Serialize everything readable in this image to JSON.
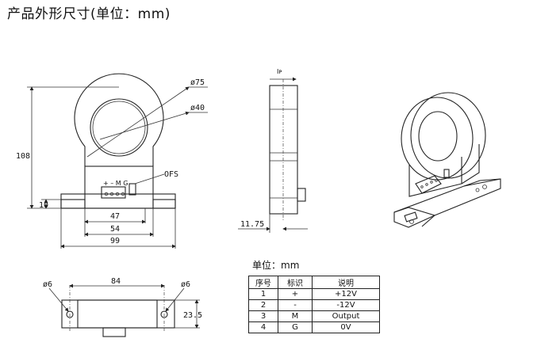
{
  "title": "产品外形尺寸(单位：mm)",
  "front_view": {
    "dim_outer_dia": "ø75",
    "dim_inner_dia": "ø40",
    "dim_height": "108",
    "dim_base_height": "10",
    "dim_47": "47",
    "dim_54": "54",
    "dim_99": "99",
    "offset_label": "OFS",
    "connector_label": "+ – M G"
  },
  "side_view": {
    "current_label": "Iᴘ",
    "dim_thickness": "11.75"
  },
  "bottom_view": {
    "dim_hole_left": "ø6",
    "dim_hole_right": "ø6",
    "dim_hole_spacing": "84",
    "dim_depth": "23.5"
  },
  "unit_note": "单位：mm",
  "pin_table": {
    "headers": [
      "序号",
      "标识",
      "说明"
    ],
    "rows": [
      [
        "1",
        "+",
        "+12V"
      ],
      [
        "2",
        "-",
        "-12V"
      ],
      [
        "3",
        "M",
        "Output"
      ],
      [
        "4",
        "G",
        "0V"
      ]
    ]
  }
}
